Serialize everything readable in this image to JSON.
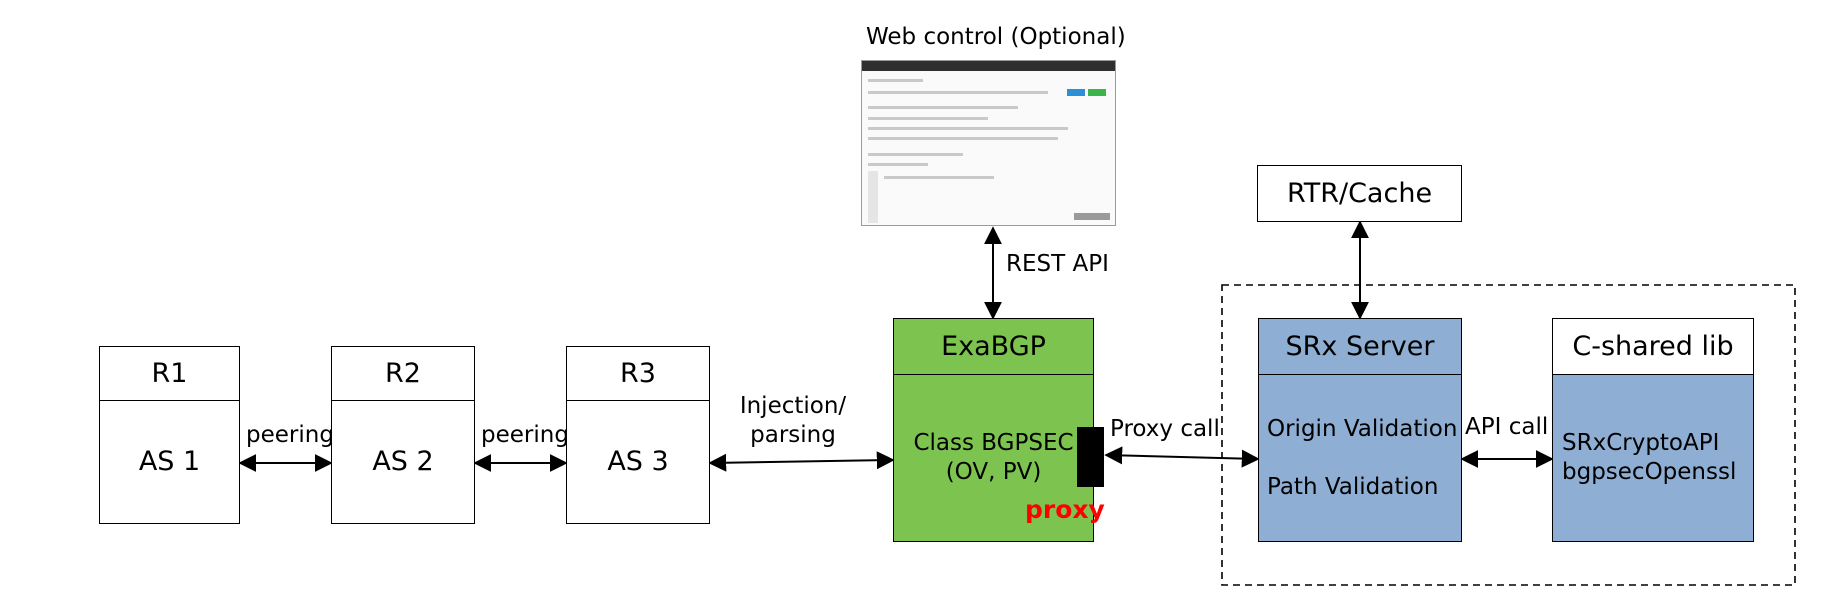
{
  "web_control": {
    "title": "Web control (Optional)"
  },
  "links": {
    "rest_api": "REST API",
    "peering_1": "peering",
    "peering_2": "peering",
    "injection_l1": "Injection/",
    "injection_l2": "parsing",
    "proxy_call": "Proxy call",
    "api_call": "API call",
    "proxy": "proxy"
  },
  "routers": [
    {
      "name": "R1",
      "as": "AS 1"
    },
    {
      "name": "R2",
      "as": "AS 2"
    },
    {
      "name": "R3",
      "as": "AS 3"
    }
  ],
  "exabgp": {
    "title": "ExaBGP",
    "line1": "Class BGPSEC",
    "line2": "(OV, PV)"
  },
  "rtr": {
    "title": "RTR/Cache"
  },
  "srx": {
    "title": "SRx Server",
    "line1": "Origin Validation",
    "line2": "Path Validation"
  },
  "lib": {
    "title": "C-shared lib",
    "line1": "SRxCryptoAPI",
    "line2": "bgpsecOpenssl"
  },
  "colors": {
    "exabgp_fill": "#7cc44f",
    "srx_fill": "#8eaed3",
    "proxy_text": "#ff0000"
  }
}
